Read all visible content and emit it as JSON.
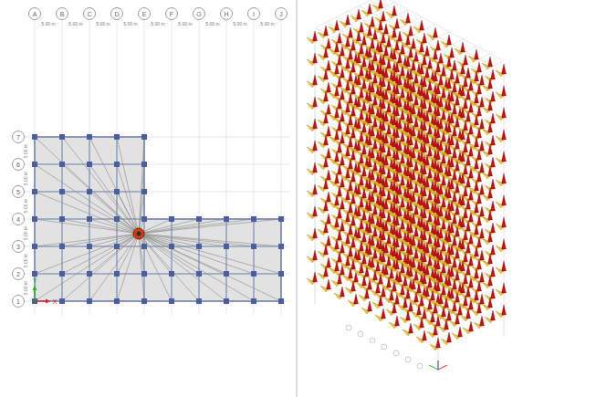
{
  "diagram": {
    "nodes": [
      {
        "text": [
          "A"
        ]
      },
      {
        "text": [
          "B"
        ]
      },
      {
        "text": [
          "C"
        ]
      },
      {
        "text": [
          "D"
        ]
      },
      {
        "text": [
          "E"
        ]
      },
      {
        "text": [
          "F"
        ]
      },
      {
        "text": [
          "G"
        ]
      },
      {
        "text": [
          "H"
        ]
      },
      {
        "text": [
          "I"
        ]
      },
      {
        "text": [
          "J"
        ]
      },
      {
        "text": [
          "7"
        ]
      },
      {
        "text": [
          "6"
        ]
      },
      {
        "text": [
          "5"
        ]
      },
      {
        "text": [
          "4"
        ]
      },
      {
        "text": [
          "3"
        ]
      },
      {
        "text": [
          "2"
        ]
      },
      {
        "text": [
          "1"
        ]
      }
    ],
    "labels": [
      "5.00 m",
      "5.00 m",
      "5.00 m",
      "5.00 m",
      "5.00 m",
      "5.00 m",
      "5.00 m",
      "5.00 m",
      "5.00 m",
      "5.00 m",
      "5.00 m",
      "5.00 m",
      "5.00 m",
      "5.00 m",
      "5.00 m",
      "X",
      "Y"
    ]
  }
}
